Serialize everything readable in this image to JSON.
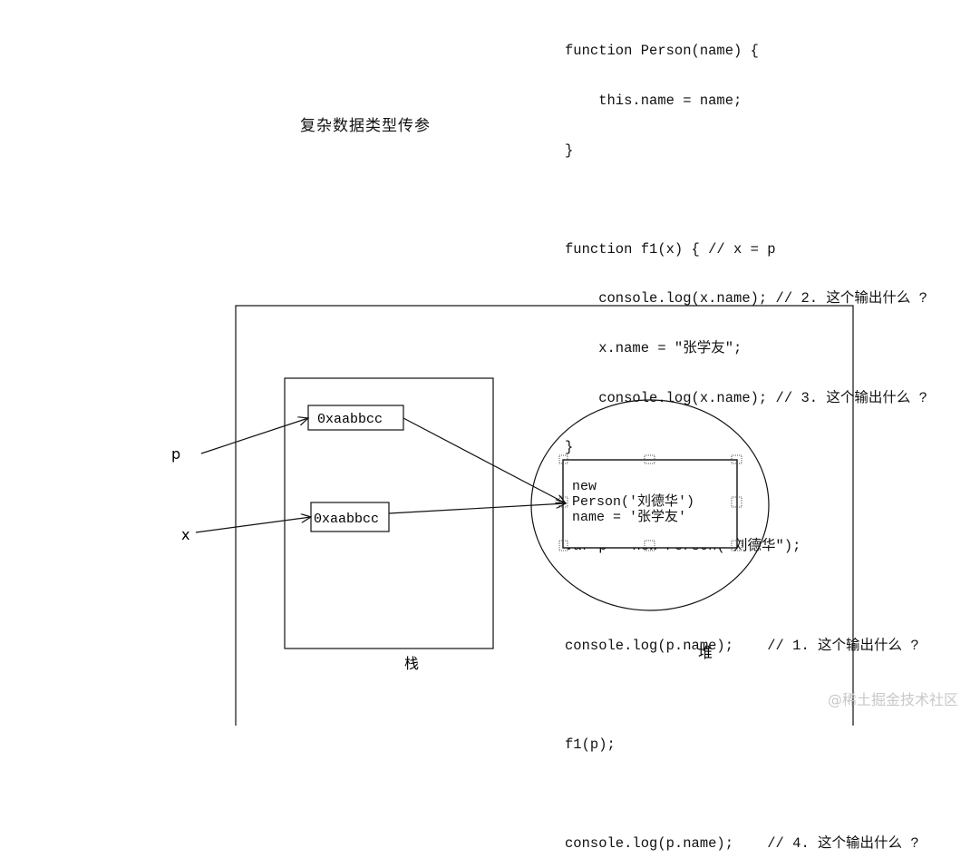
{
  "title": "复杂数据类型传参",
  "code_lines": [
    "function Person(name) {",
    "    this.name = name;",
    "}",
    "",
    "function f1(x) { // x = p",
    "    console.log(x.name); // 2. 这个输出什么 ?",
    "    x.name = \"张学友\";",
    "    console.log(x.name); // 3. 这个输出什么 ?",
    "}",
    "",
    "var p = new Person(\"刘德华\");",
    "",
    "console.log(p.name);    // 1. 这个输出什么 ?",
    "",
    "f1(p);",
    "",
    "console.log(p.name);    // 4. 这个输出什么 ?"
  ],
  "diagram": {
    "stack_label": "栈",
    "heap_label": "堆",
    "var_p": "p",
    "var_x": "x",
    "address_p": "0xaabbcc",
    "address_x": "0xaabbcc",
    "object_lines": [
      "new",
      "Person('刘德华')",
      "name = '张学友'"
    ]
  },
  "watermark": "@稀土掘金技术社区"
}
